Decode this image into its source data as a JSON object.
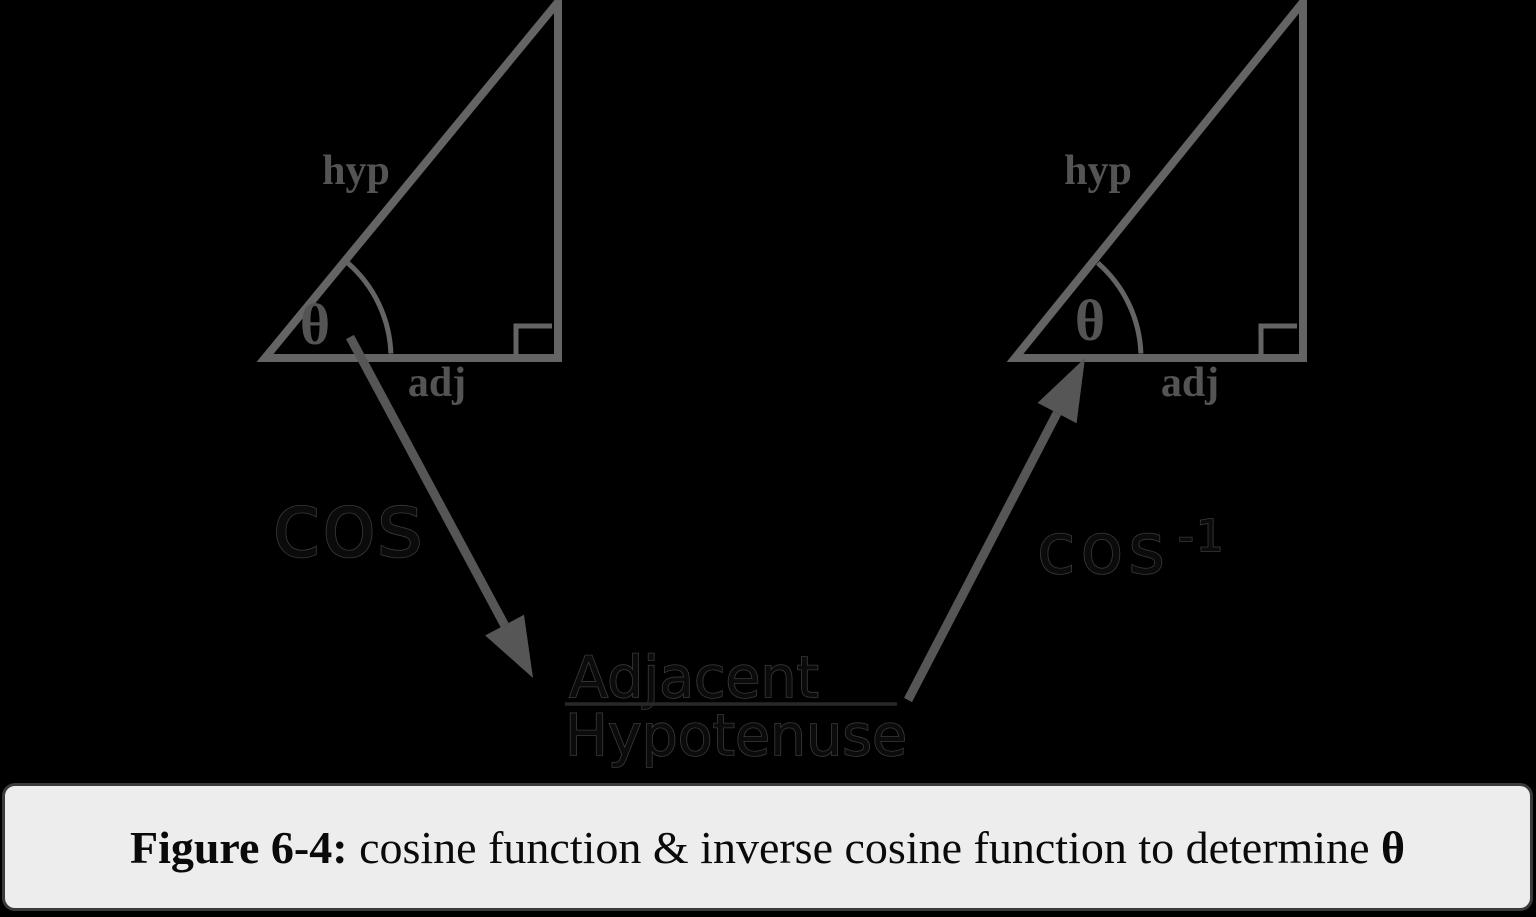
{
  "colors": {
    "background": "#000000",
    "line_gray": "#646464",
    "arrow_gray": "#565656",
    "serif_label_gray": "#545454",
    "dim_fill": "#0b0b0b",
    "dim_stroke": "#3a3a3a",
    "fraction_bar": "#282828",
    "caption_bg": "#ededed",
    "caption_border": "#3b3b3b",
    "caption_text": "#0a0a0a"
  },
  "triangles": {
    "left": {
      "hyp": "hyp",
      "adj": "adj",
      "angle": "θ"
    },
    "right": {
      "hyp": "hyp",
      "adj": "adj",
      "angle": "θ"
    }
  },
  "labels": {
    "cos": "cos",
    "inverse_cos_base": "cos",
    "inverse_cos_sup": "-1"
  },
  "fraction": {
    "numerator": "Adjacent",
    "denominator": "Hypotenuse"
  },
  "caption": {
    "figure_label": "Figure 6-4:",
    "body": " cosine function & inverse cosine function to determine ",
    "theta": "θ"
  }
}
